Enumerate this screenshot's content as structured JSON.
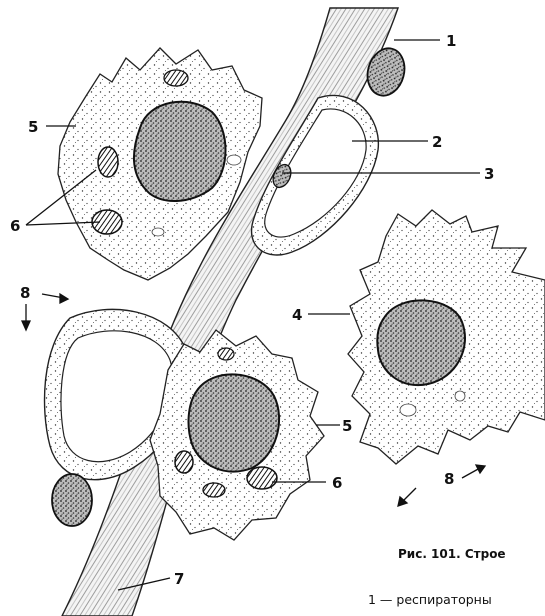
{
  "figure": {
    "caption": "Рис. 101. Строе",
    "legend_line_1": "1 — респираторны",
    "labels": {
      "l1": "1",
      "l2": "2",
      "l3": "3",
      "l4": "4",
      "l5a": "5",
      "l5b": "5",
      "l6a": "6",
      "l6b": "6",
      "l7": "7",
      "l8a": "8",
      "l8b": "8"
    }
  }
}
